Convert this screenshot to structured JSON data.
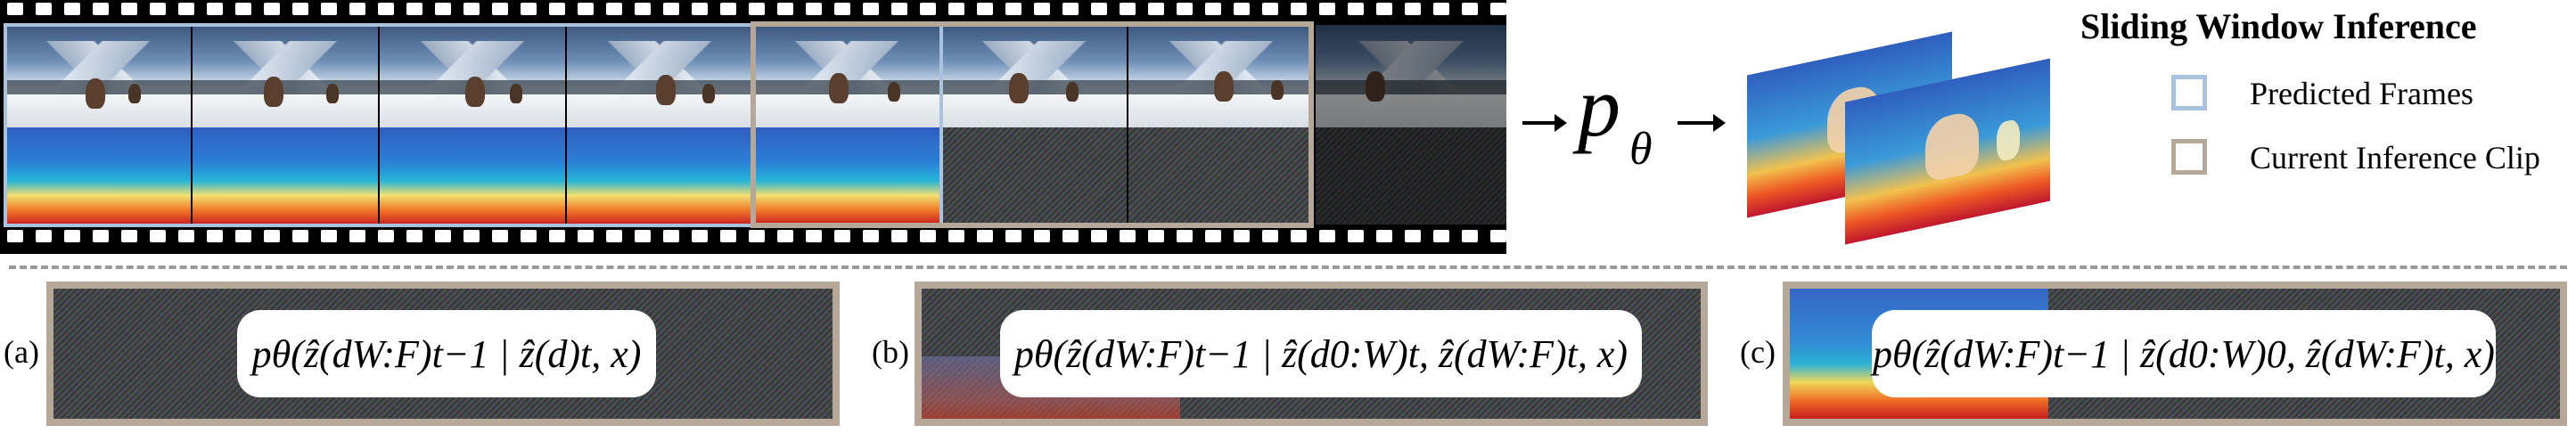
{
  "legend": {
    "title": "Sliding Window Inference",
    "items": [
      {
        "label": "Predicted Frames",
        "color": "#a9c3de"
      },
      {
        "label": "Current Inference Clip",
        "color": "#b5a898"
      }
    ]
  },
  "model_symbol": {
    "base": "p",
    "sub": "θ"
  },
  "panels": [
    {
      "label": "(a)",
      "formula": "pθ(ẑ(dW:F)t−1 | ẑ(d)t, x)"
    },
    {
      "label": "(b)",
      "formula": "pθ(ẑ(dW:F)t−1 | ẑ(d0:W)t, ẑ(dW:F)t, x)"
    },
    {
      "label": "(c)",
      "formula": "pθ(ẑ(dW:F)t−1 | ẑ(d0:W)0, ẑ(dW:F)t, x)"
    }
  ],
  "colors": {
    "clip_border": "#b5a898",
    "predicted_border": "#a9c3de",
    "divider": "#9a9a9a"
  },
  "icons": {
    "arrow": "right-arrow-icon",
    "film": "film-strip-icon"
  }
}
